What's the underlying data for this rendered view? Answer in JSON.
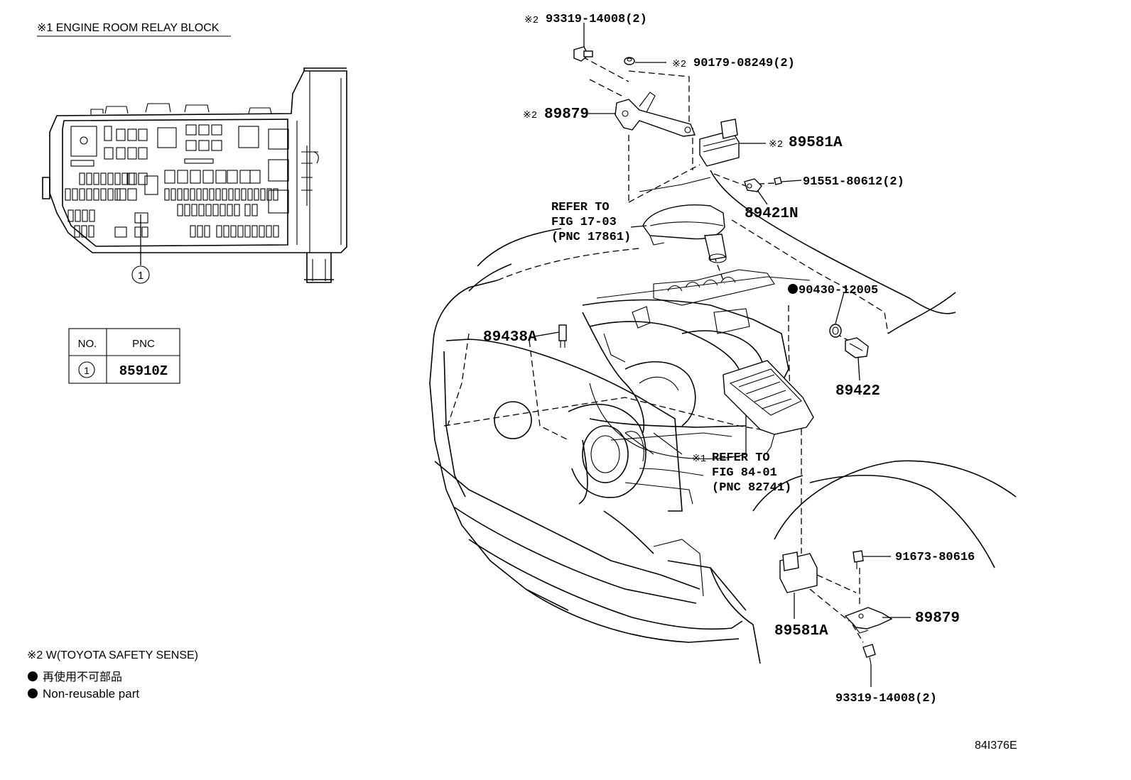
{
  "inset": {
    "title": "※1 ENGINE ROOM RELAY BLOCK",
    "callout": "1"
  },
  "pnc_table": {
    "headers": [
      "NO.",
      "PNC"
    ],
    "rows": [
      {
        "no": "1",
        "pnc": "85910Z"
      }
    ]
  },
  "notes": {
    "variant": "※2 W(TOYOTA SAFETY SENSE)",
    "nonreusable_jp": "再使用不可部品",
    "nonreusable_en": "Non-reusable part",
    "bullet": "●"
  },
  "labels": {
    "bolt_top": {
      "mark": "※2",
      "text": "93319-14008(2)"
    },
    "nut_top": {
      "mark": "※2",
      "text": "90179-08249(2)"
    },
    "bracket_top": {
      "mark": "※2",
      "text": "89879"
    },
    "sensor_top": {
      "mark": "※2",
      "text": "89581A"
    },
    "screw_right": {
      "text": "91551-80612(2)"
    },
    "sensor_89421N": {
      "text": "89421N"
    },
    "refer_17": {
      "line1": "REFER TO",
      "line2": "FIG 17-03",
      "line3": "(PNC 17861)"
    },
    "gasket": {
      "mark": "●",
      "text": "90430-12005"
    },
    "sensor_89438A": {
      "text": "89438A"
    },
    "sensor_89422": {
      "text": "89422"
    },
    "refer_84": {
      "mark": "※1",
      "line1": "REFER TO",
      "line2": "FIG 84-01",
      "line3": "(PNC 82741)"
    },
    "bolt_low": {
      "text": "91673-80616"
    },
    "bracket_low": {
      "text": "89879"
    },
    "sensor_low": {
      "text": "89581A"
    },
    "bolt_bottom": {
      "text": "93319-14008(2)"
    }
  },
  "figure_id": "84I376E"
}
